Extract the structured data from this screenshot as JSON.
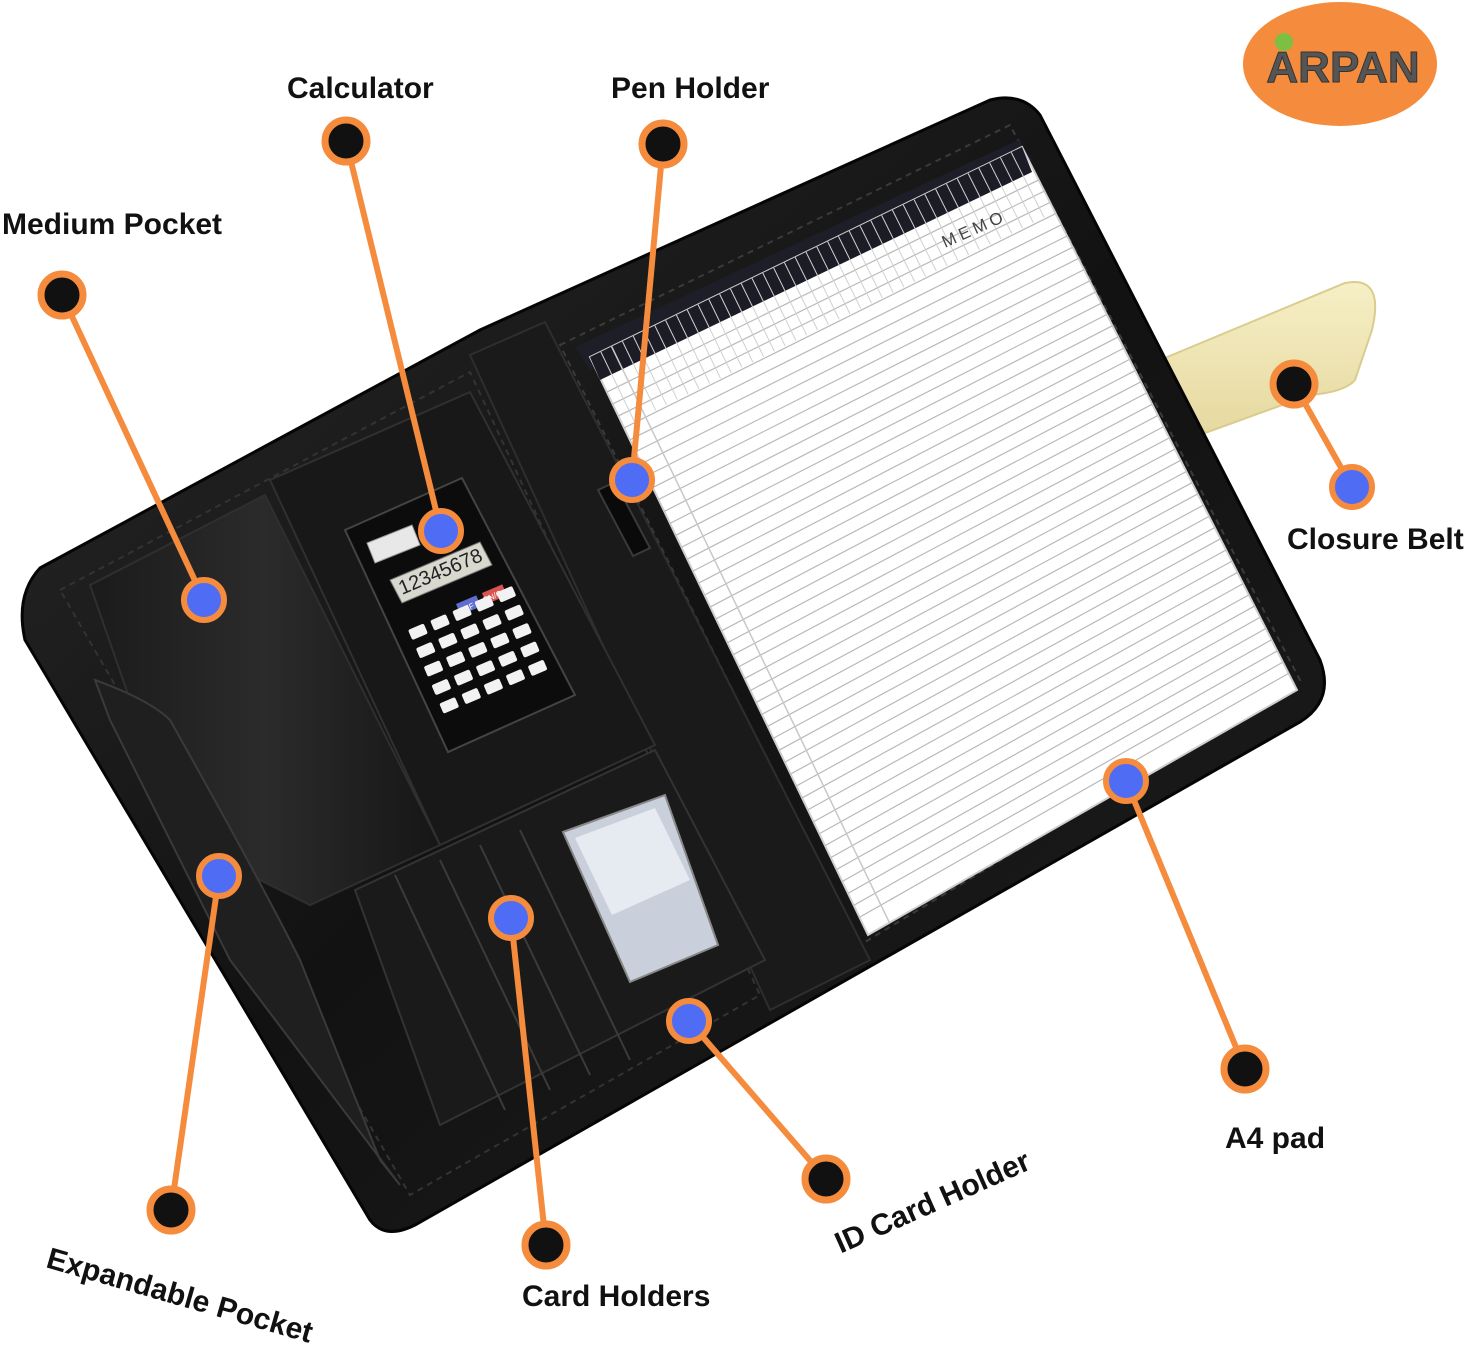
{
  "brand": {
    "logo_text": "ARPAN",
    "badge_color": "#f58b3c"
  },
  "product": {
    "pad_header": "MEMO",
    "calculator_display": "12345678",
    "calculator_keys": [
      "OFF",
      "ON/C"
    ]
  },
  "callouts": [
    {
      "id": "calculator",
      "label": "Calculator"
    },
    {
      "id": "pen-holder",
      "label": "Pen Holder"
    },
    {
      "id": "medium-pocket",
      "label": "Medium Pocket"
    },
    {
      "id": "closure-belt",
      "label": "Closure Belt"
    },
    {
      "id": "expandable-pocket",
      "label": "Expandable Pocket"
    },
    {
      "id": "card-holders",
      "label": "Card Holders"
    },
    {
      "id": "id-card-holder",
      "label": "ID Card Holder"
    },
    {
      "id": "a4-pad",
      "label": "A4 pad"
    }
  ],
  "colors": {
    "leader_line": "#f58b3c",
    "anchor_dot": "#111111",
    "target_dot": "#4f6cf5",
    "folio_leather": "#141414",
    "closure_strap": "#f3e9b8"
  }
}
